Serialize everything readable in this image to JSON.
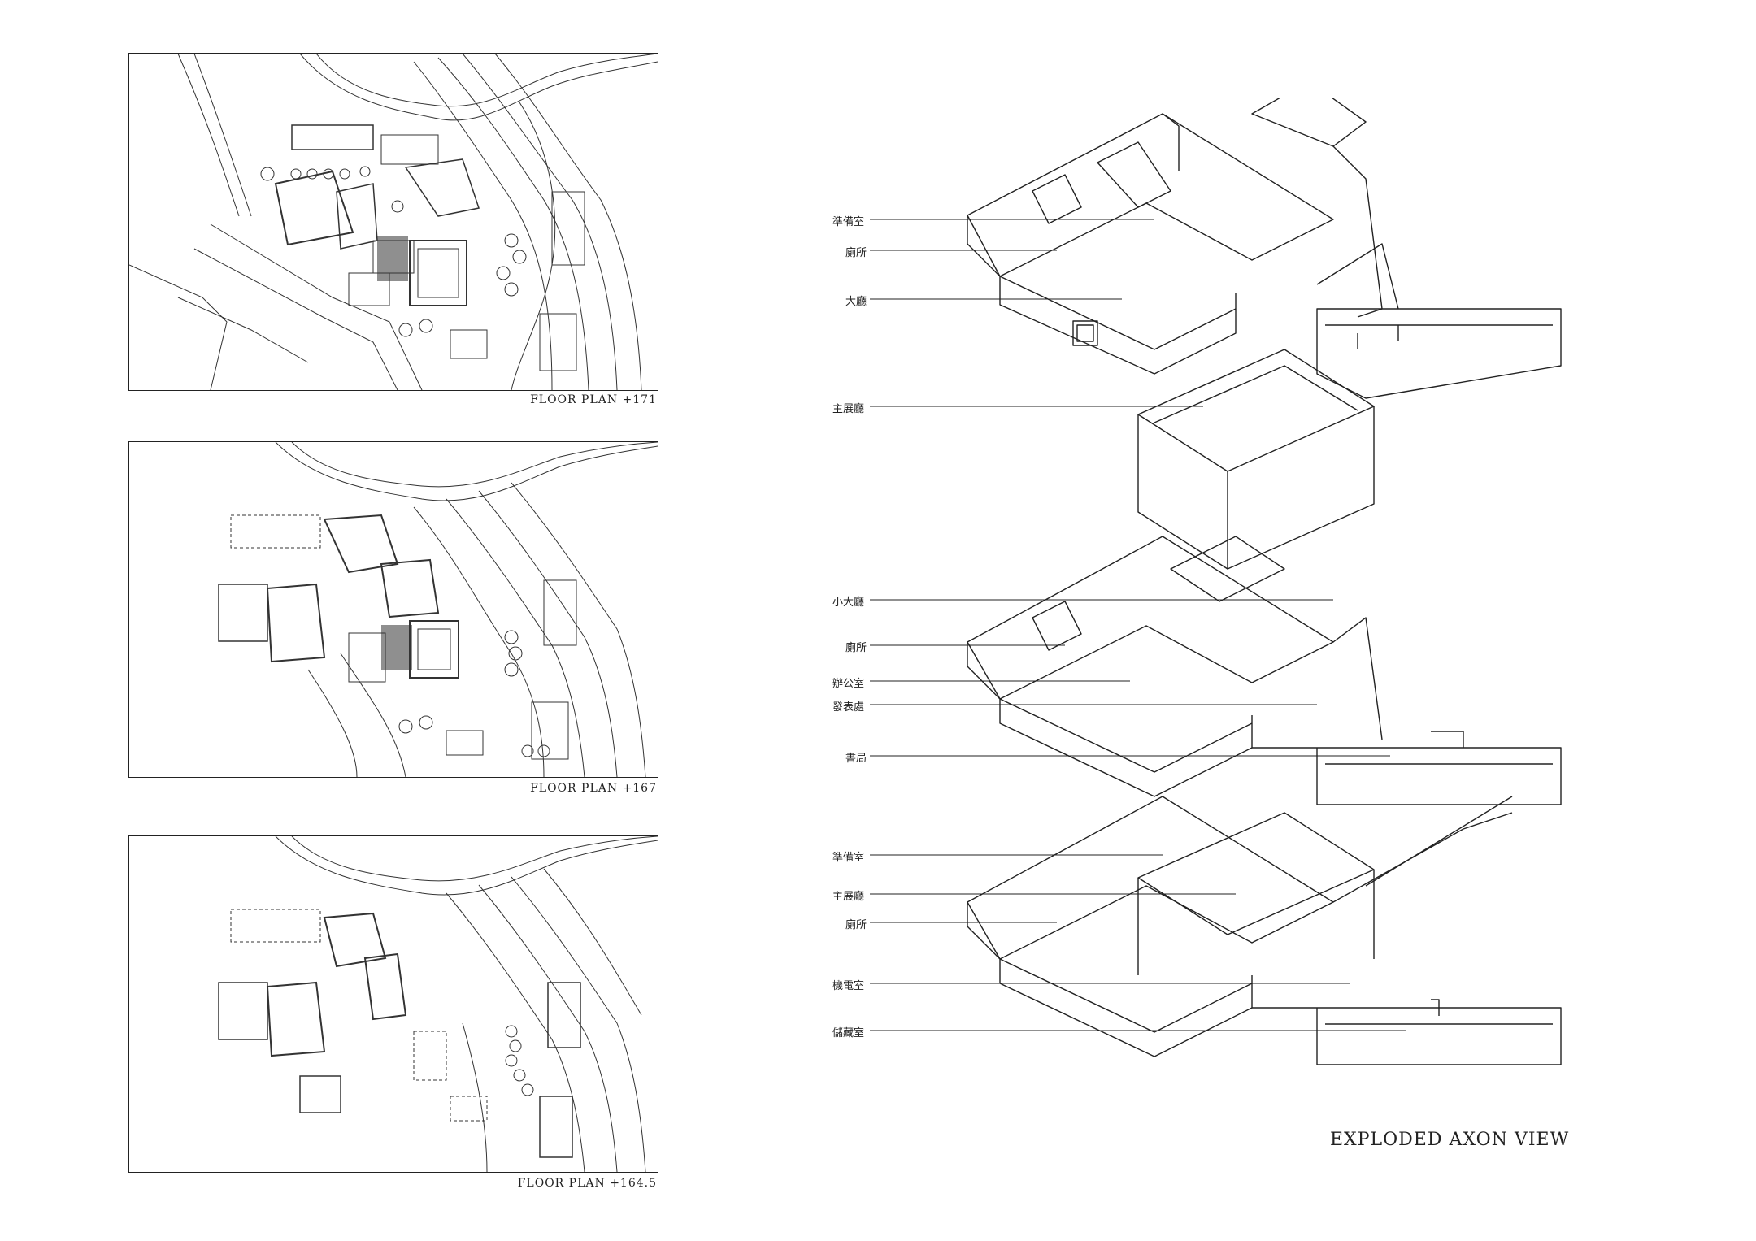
{
  "floor_plans": [
    {
      "caption": "FLOOR PLAN +171"
    },
    {
      "caption": "FLOOR PLAN +167"
    },
    {
      "caption": "FLOOR PLAN +164.5"
    }
  ],
  "axon": {
    "title": "EXPLODED AXON VIEW",
    "levels": [
      {
        "labels": [
          "準備室",
          "廁所",
          "大廳",
          "主展廳"
        ]
      },
      {
        "labels": [
          "小大廳",
          "廁所",
          "辦公室",
          "發表處",
          "書局"
        ]
      },
      {
        "labels": [
          "準備室",
          "主展廳",
          "廁所",
          "機電室",
          "儲藏室"
        ]
      }
    ]
  },
  "colors": {
    "ink": "#222222",
    "paper": "#ffffff"
  }
}
